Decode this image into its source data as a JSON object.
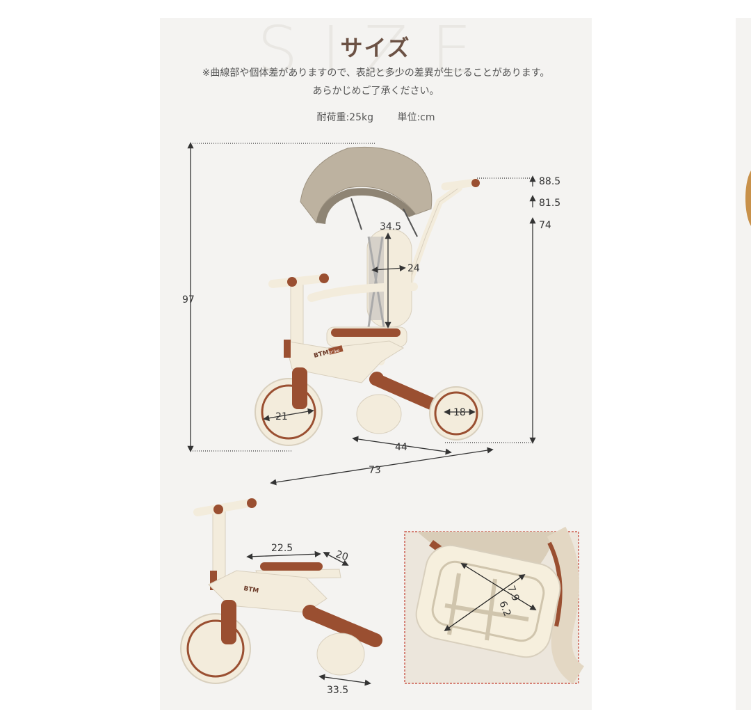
{
  "header": {
    "watermark": "SIZE",
    "title": "サイズ",
    "note_line1": "※曲線部や個体差がありますので、表記と多少の差異が生じることがあります。",
    "note_line2": "あらかじめご了承ください。",
    "load_capacity": "耐荷重:25kg",
    "unit": "単位:cm"
  },
  "trike_labels": {
    "brand": "BTM",
    "model": "tr'ike"
  },
  "dimensions": {
    "total_height": "97",
    "handle_high": "88.5",
    "handle_mid": "81.5",
    "handle_low": "74",
    "seat_back_height": "34.5",
    "seat_back_width": "24",
    "front_wheel": "21",
    "rear_wheel": "18",
    "wheelbase": "44",
    "total_length": "73",
    "seat_length": "22.5",
    "seat_width": "20",
    "rear_width": "33.5",
    "pedal_length": "7.9",
    "pedal_width": "6.2"
  },
  "colors": {
    "panel_bg": "#f4f3f1",
    "frame": "#f3ecdc",
    "accent_brown": "#9a4f31",
    "canopy": "#bdb2a0",
    "title": "#6b5144"
  }
}
